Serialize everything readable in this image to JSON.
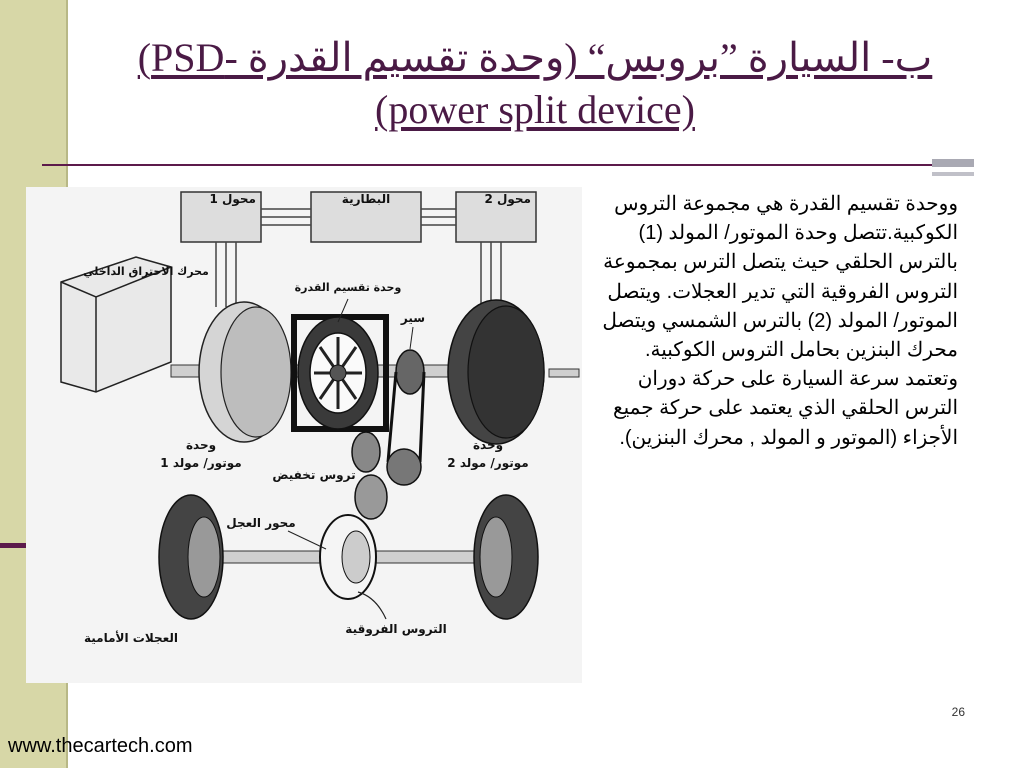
{
  "slide": {
    "title_line1": "ب- السيارة ”بروبس“ (وحدة تقسيم القدرة -PSD)",
    "title_line2": "(power split device)",
    "body": "ووحدة تقسيم القدرة هي مجموعة التروس الكوكبية.تتصل وحدة الموتور/ المولد (1) بالترس الحلقي حيث يتصل الترس بمجموعة التروس الفروقية التي تدير العجلات. ويتصل الموتور/ المولد (2) بالترس الشمسي ويتصل محرك البنزين بحامل التروس الكوكبية. وتعتمد سرعة السيارة على حركة دوران الترس الحلقي الذي يعتمد على حركة جميع الأجزاء (الموتور و المولد , محرك البنزين).",
    "page_number": "26",
    "footer": "www.thecartech.com"
  },
  "diagram": {
    "labels": {
      "converter1": "محول 1",
      "battery": "البطارية",
      "converter2": "محول 2",
      "engine": "محرك الاحتراق الداخلي",
      "psd": "وحدة تقسيم القدرة",
      "belt": "سير",
      "mg1_line1": "وحدة",
      "mg1_line2": "موتور/ مولد 1",
      "mg2_line1": "وحدة",
      "mg2_line2": "موتور/ مولد 2",
      "reduction": "تروس تخفيض",
      "axle": "محور العجل",
      "differential": "التروس الفروقية",
      "front_wheels": "العجلات الأمامية"
    }
  },
  "theme": {
    "title_color": "#4a1a45",
    "band_color": "#d7d7a7",
    "accent_rule": "#5c1a4b"
  }
}
